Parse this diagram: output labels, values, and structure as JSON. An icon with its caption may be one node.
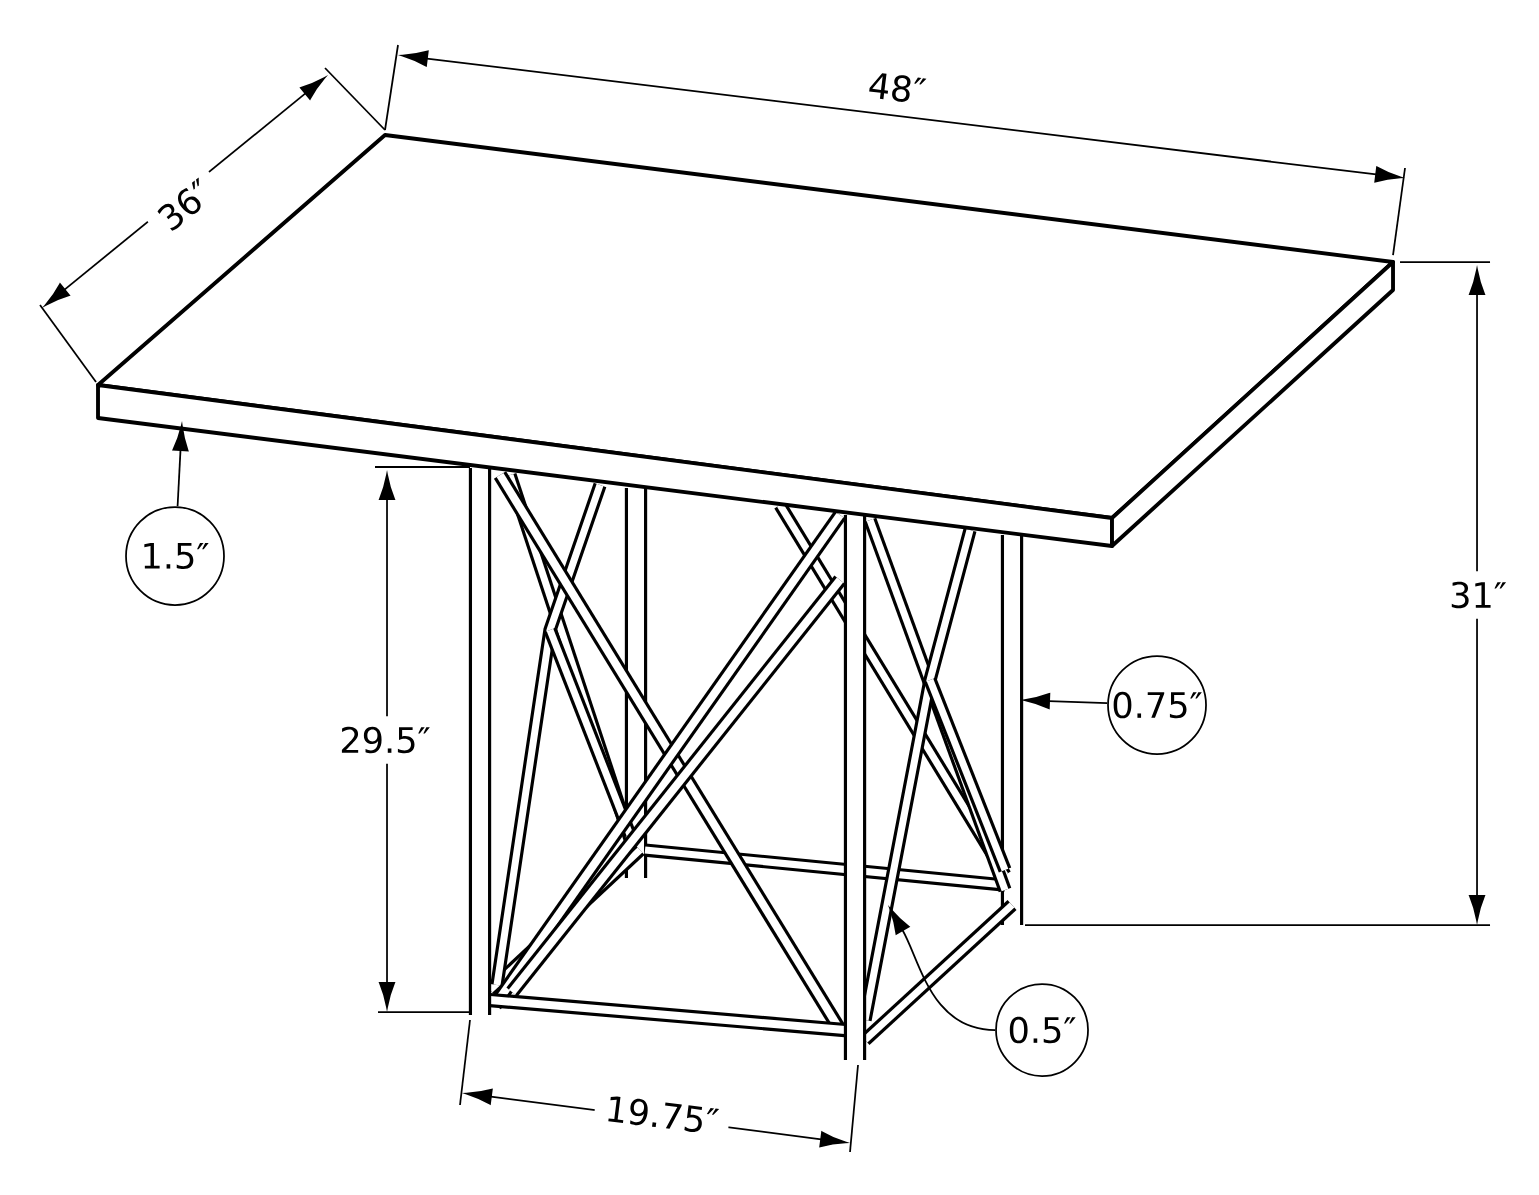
{
  "diagram": {
    "nodes": [
      {
        "text": [
          "1.5″"
        ]
      },
      {
        "text": [
          "0.75″"
        ]
      },
      {
        "text": [
          "0.5″"
        ]
      }
    ],
    "edges": [
      {
        "from": 0,
        "to": null,
        "arrow": "to"
      },
      {
        "from": 1,
        "to": null,
        "arrow": "to"
      },
      {
        "from": 2,
        "to": null,
        "arrow": "to"
      }
    ],
    "labels": [
      "48″",
      "36″",
      "31″",
      "29.5″",
      "19.75″"
    ]
  }
}
